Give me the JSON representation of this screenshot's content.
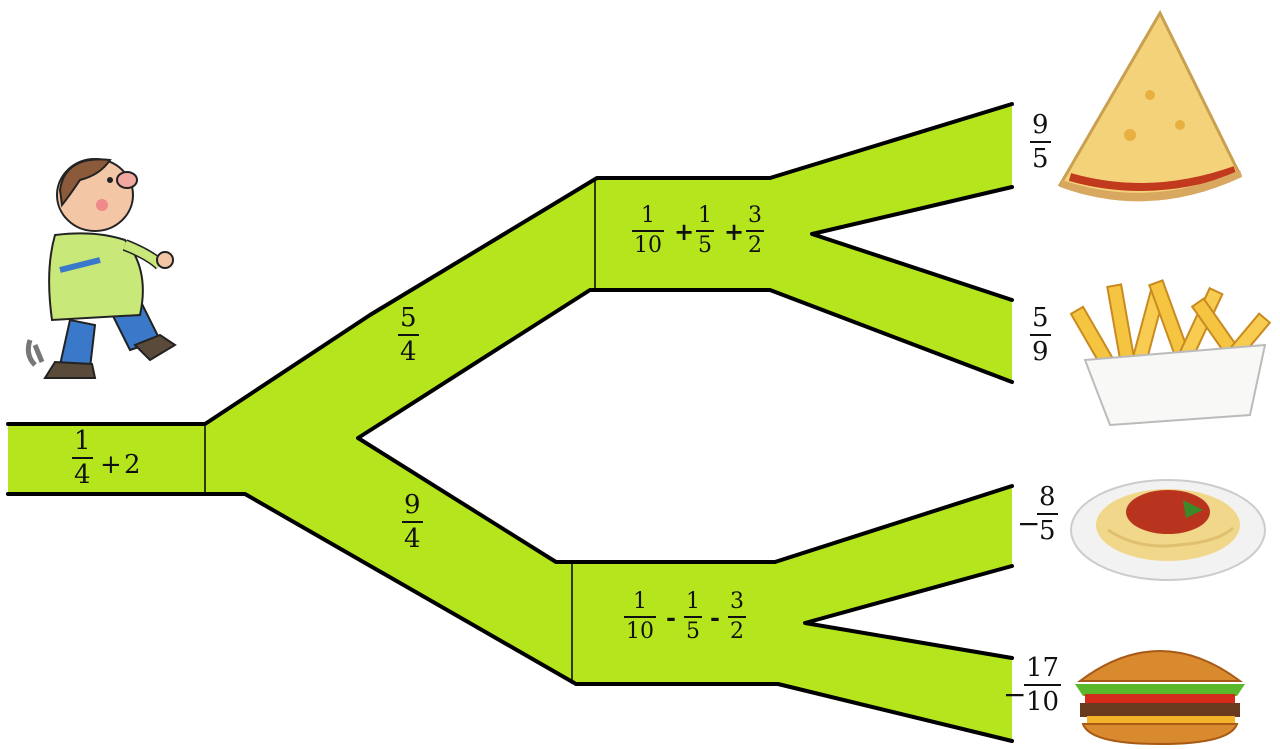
{
  "start_expression": {
    "num": "1",
    "den": "4",
    "op": "+",
    "term": "2"
  },
  "upper_branch": {
    "num": "5",
    "den": "4"
  },
  "lower_branch": {
    "num": "9",
    "den": "4"
  },
  "upper_junction": {
    "terms": [
      {
        "num": "1",
        "den": "10"
      },
      {
        "num": "1",
        "den": "5"
      },
      {
        "num": "3",
        "den": "2"
      }
    ],
    "ops": [
      "+",
      "+"
    ]
  },
  "lower_junction": {
    "terms": [
      {
        "num": "1",
        "den": "10"
      },
      {
        "num": "1",
        "den": "5"
      },
      {
        "num": "3",
        "den": "2"
      }
    ],
    "ops": [
      "-",
      "-"
    ]
  },
  "destinations": [
    {
      "icon": "pizza-icon",
      "sign": "",
      "num": "9",
      "den": "5"
    },
    {
      "icon": "fries-icon",
      "sign": "",
      "num": "5",
      "den": "9"
    },
    {
      "icon": "spaghetti-icon",
      "sign": "−",
      "num": "8",
      "den": "5"
    },
    {
      "icon": "burger-icon",
      "sign": "−",
      "num": "17",
      "den": "10"
    }
  ],
  "colors": {
    "road": "#b5e61d",
    "edge": "#000000"
  }
}
